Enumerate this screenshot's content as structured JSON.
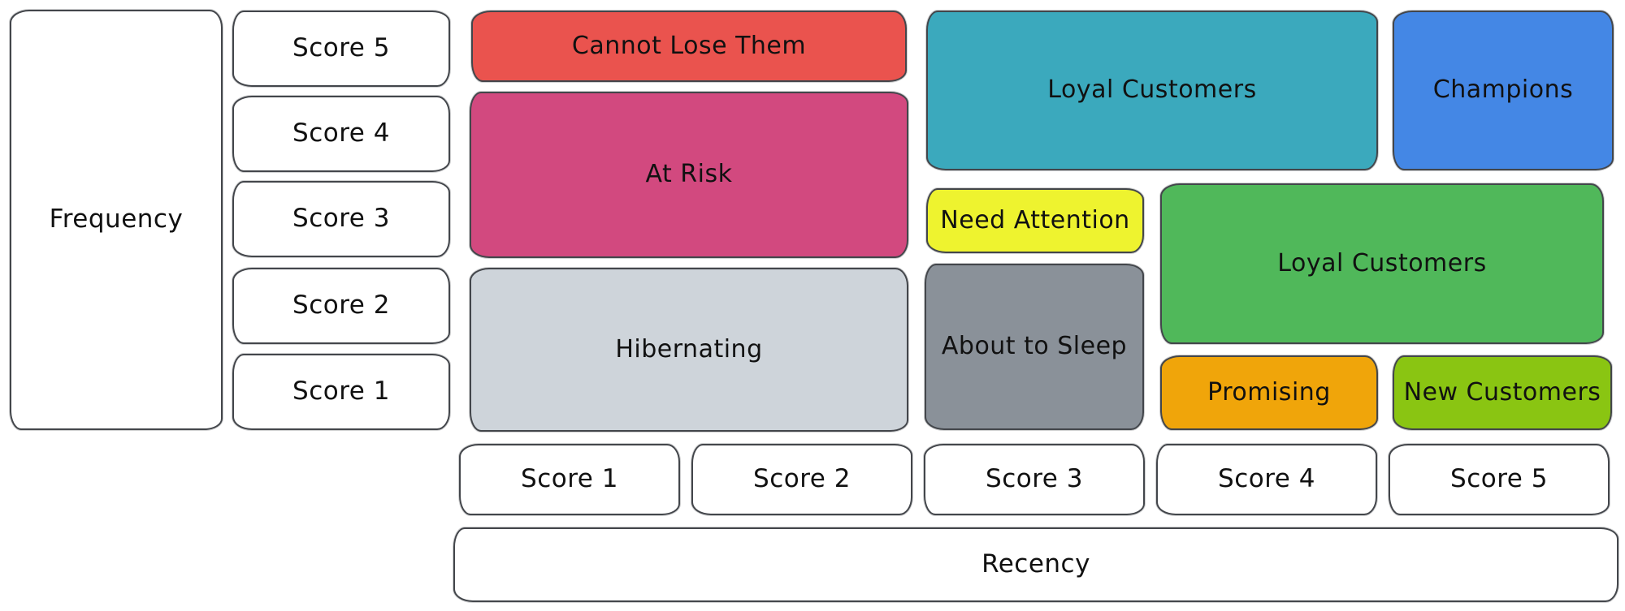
{
  "axes": {
    "frequency_label": "Frequency",
    "recency_label": "Recency",
    "frequency_scores": [
      "Score 5",
      "Score 4",
      "Score 3",
      "Score 2",
      "Score 1"
    ],
    "recency_scores": [
      "Score 1",
      "Score 2",
      "Score 3",
      "Score 4",
      "Score 5"
    ]
  },
  "segments": {
    "cannot_lose_them": {
      "label": "Cannot Lose Them",
      "color": "#ea534e"
    },
    "at_risk": {
      "label": "At Risk",
      "color": "#d2497f"
    },
    "hibernating": {
      "label": "Hibernating",
      "color": "#ced4da"
    },
    "loyal_customers_top": {
      "label": "Loyal Customers",
      "color": "#3ba9bd"
    },
    "champions": {
      "label": "Champions",
      "color": "#4487e5"
    },
    "need_attention": {
      "label": "Need Attention",
      "color": "#eef32f"
    },
    "loyal_customers_mid": {
      "label": "Loyal Customers",
      "color": "#50b85a"
    },
    "about_to_sleep": {
      "label": "About to Sleep",
      "color": "#8a9199"
    },
    "promising": {
      "label": "Promising",
      "color": "#f0a50a"
    },
    "new_customers": {
      "label": "New Customers",
      "color": "#8ac512"
    }
  }
}
